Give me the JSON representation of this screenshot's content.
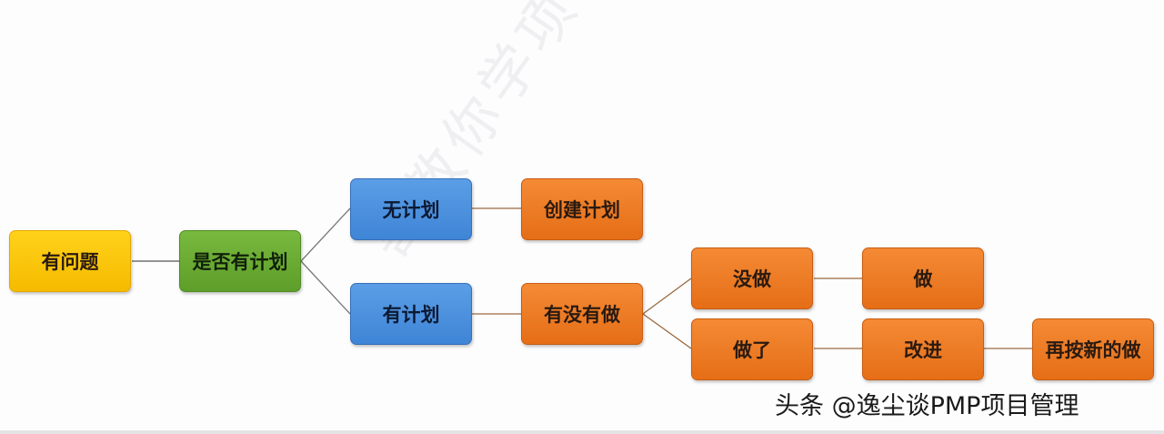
{
  "diagram": {
    "nodes": {
      "root": "有问题",
      "decision": "是否有计划",
      "no_plan": "无计划",
      "has_plan": "有计划",
      "create_plan": "创建计划",
      "did_it": "有没有做",
      "not_done": "没做",
      "done": "做了",
      "do": "做",
      "improve": "改进",
      "redo": "再按新的做"
    },
    "colors": {
      "root": "#f5bb00",
      "decision": "#5e9e2a",
      "plan": "#3f85d6",
      "action": "#e56e17"
    }
  },
  "watermark": "哥教你学项目管理",
  "footer": "头条 @逸尘谈PMP项目管理"
}
